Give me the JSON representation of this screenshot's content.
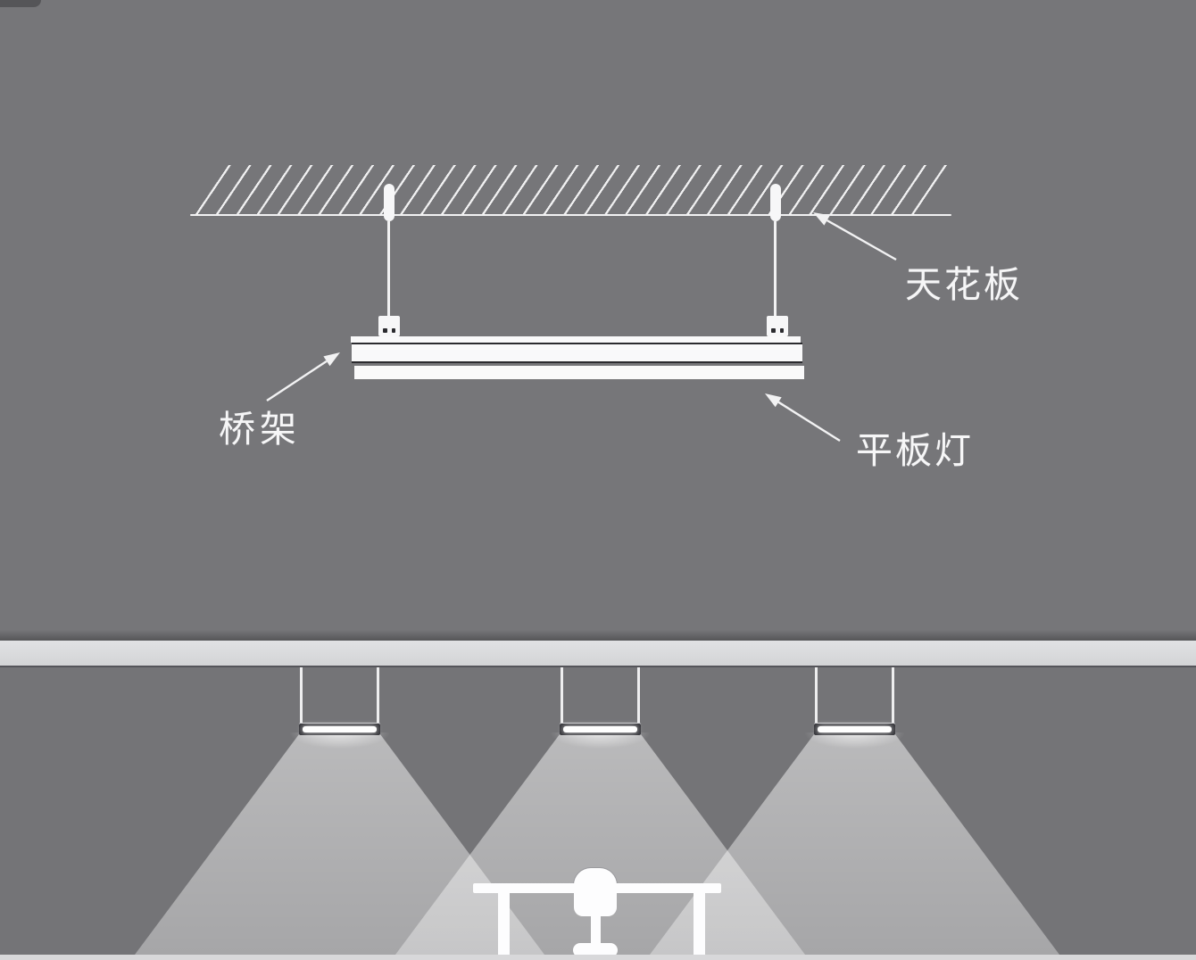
{
  "annotations": {
    "ceiling": {
      "label": "天花板"
    },
    "cable_tray": {
      "label": "桥架"
    },
    "panel_light": {
      "label": "平板灯"
    }
  },
  "scene": {
    "hanging_light_count": 3
  },
  "colors": {
    "background": "#767679",
    "lower_room": "#747477",
    "diagram_line_white": "#f2f2f3",
    "panel_dark_edge": "#2b2b2f",
    "drop_ceiling_band": "#d9dadc",
    "floor_strip": "#d8d8da",
    "light_cone": "rgba(255,255,255,0.45)",
    "light_housing": "#323237",
    "label_text": "#f6f6f7"
  }
}
